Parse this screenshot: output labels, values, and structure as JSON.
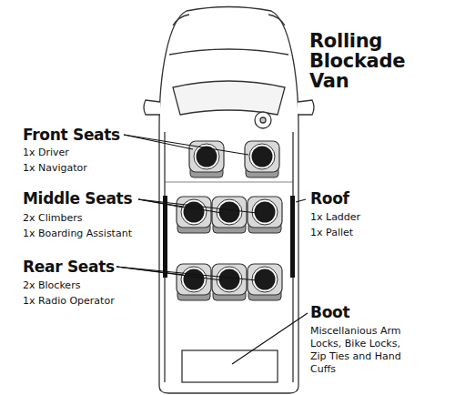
{
  "diagram": {
    "title": "Rolling Blockade Van",
    "labels": [
      "Front Seats",
      "1x Driver",
      "1x Navigator",
      "Middle Seats",
      "2x Climbers",
      "1x Boarding Assistant",
      "Rear Seats",
      "2x Blockers",
      "1x Radio Operator",
      "Roof",
      "1x Ladder",
      "1x Pallet",
      "Boot",
      "Miscellanious Arm Locks, Bike Locks, Zip Ties and Hand Cuffs"
    ]
  }
}
